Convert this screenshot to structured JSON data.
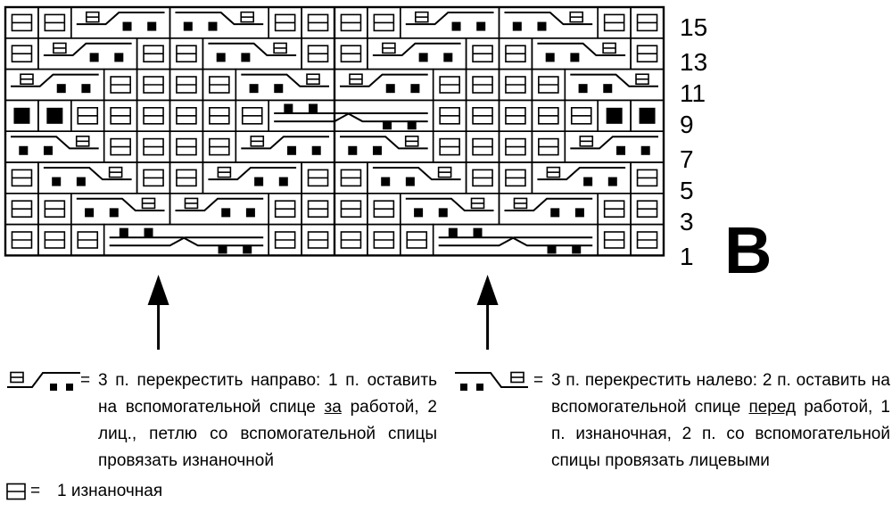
{
  "chart_letter": "B",
  "row_labels": [
    "15",
    "13",
    "11",
    "9",
    "7",
    "5",
    "3",
    "1"
  ],
  "legend": {
    "right_cross": {
      "eq": "=",
      "text_before": "3 п. перекрестить направо: 1 п. оставить на вспомогательной спице ",
      "underlined": "за",
      "text_after": " работой, 2 лиц., петлю со вспомогательной спицы провязать изнаночной"
    },
    "left_cross": {
      "eq": "=",
      "text_before": "3 п. перекрестить налево: 2 п. оставить на вспомогательной спице ",
      "underlined": "перед",
      "text_after": " работой, 1 п. изнаночная, 2 п. со вспомогательной спицы провязать лицевыми"
    },
    "purl": {
      "eq": "=",
      "text": "1 изнаночная"
    }
  },
  "chart_data": {
    "type": "table",
    "columns": 20,
    "symbols": {
      "P": "purl",
      "K": "knit",
      "R": "cross-right (1 п. за работой, 2 лиц., 1 изн.)",
      "L": "cross-left (2 п. перед работой, 1 изн., 2 лиц.)",
      "C": "cross-5 over five stitches"
    },
    "rows": [
      {
        "row": "15",
        "cells": [
          "P",
          "P",
          "R",
          "R",
          "R",
          "L",
          "L",
          "L",
          "P",
          "P",
          "P",
          "P",
          "R",
          "R",
          "R",
          "L",
          "L",
          "L",
          "P",
          "P"
        ]
      },
      {
        "row": "13",
        "cells": [
          "P",
          "R",
          "R",
          "R",
          "P",
          "P",
          "L",
          "L",
          "L",
          "P",
          "P",
          "R",
          "R",
          "R",
          "P",
          "P",
          "L",
          "L",
          "L",
          "P"
        ]
      },
      {
        "row": "11",
        "cells": [
          "R",
          "R",
          "R",
          "P",
          "P",
          "P",
          "P",
          "L",
          "L",
          "L",
          "R",
          "R",
          "R",
          "P",
          "P",
          "P",
          "P",
          "L",
          "L",
          "L"
        ]
      },
      {
        "row": "9",
        "cells": [
          "K",
          "K",
          "P",
          "P",
          "P",
          "P",
          "P",
          "P",
          "C",
          "C",
          "C",
          "C",
          "C",
          "P",
          "P",
          "P",
          "P",
          "P",
          "K",
          "K"
        ]
      },
      {
        "row": "7",
        "cells": [
          "L",
          "L",
          "L",
          "P",
          "P",
          "P",
          "P",
          "R",
          "R",
          "R",
          "L",
          "L",
          "L",
          "P",
          "P",
          "P",
          "P",
          "R",
          "R",
          "R"
        ]
      },
      {
        "row": "5",
        "cells": [
          "P",
          "L",
          "L",
          "L",
          "P",
          "P",
          "R",
          "R",
          "R",
          "P",
          "P",
          "L",
          "L",
          "L",
          "P",
          "P",
          "R",
          "R",
          "R",
          "P"
        ]
      },
      {
        "row": "3",
        "cells": [
          "P",
          "P",
          "L",
          "L",
          "L",
          "R",
          "R",
          "R",
          "P",
          "P",
          "P",
          "P",
          "L",
          "L",
          "L",
          "R",
          "R",
          "R",
          "P",
          "P"
        ]
      },
      {
        "row": "1",
        "cells": [
          "P",
          "P",
          "P",
          "C",
          "C",
          "C",
          "C",
          "C",
          "P",
          "P",
          "P",
          "P",
          "P",
          "C",
          "C",
          "C",
          "C",
          "C",
          "P",
          "P"
        ]
      }
    ],
    "arrows_at_columns": [
      5,
      15
    ]
  }
}
